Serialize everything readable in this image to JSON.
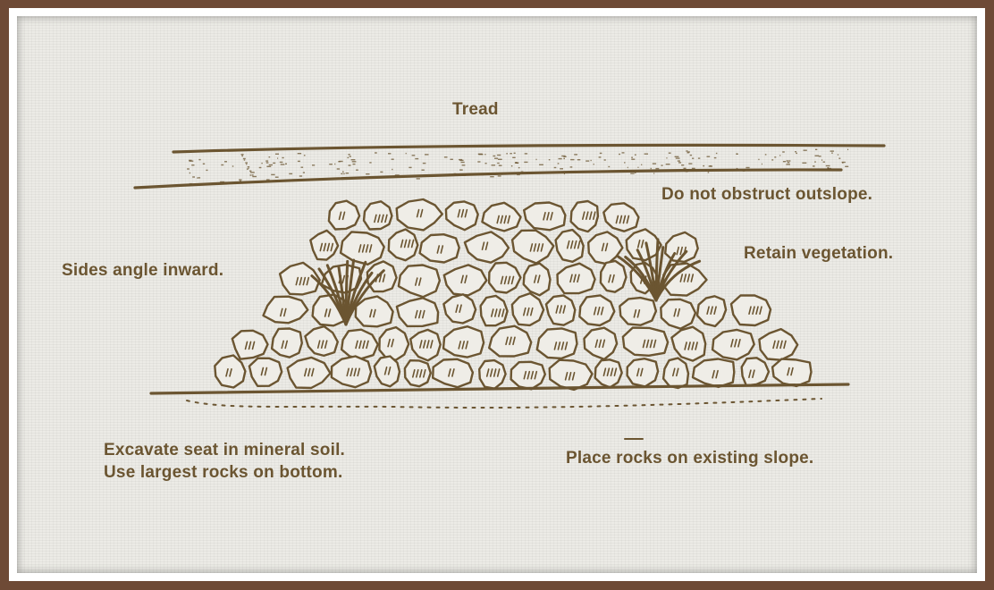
{
  "diagram": {
    "labels": {
      "tread": "Tread",
      "outslope": "Do not obstruct outslope.",
      "vegetation": "Retain vegetation.",
      "sides": "Sides angle inward.",
      "excavate_line1": "Excavate seat in mineral soil.",
      "excavate_line2": "Use largest rocks on bottom.",
      "place_rocks": "Place rocks on existing slope."
    }
  },
  "colors": {
    "ink": "#6b5531",
    "frame": "#6e4a36",
    "paper": "#ecebe6"
  }
}
